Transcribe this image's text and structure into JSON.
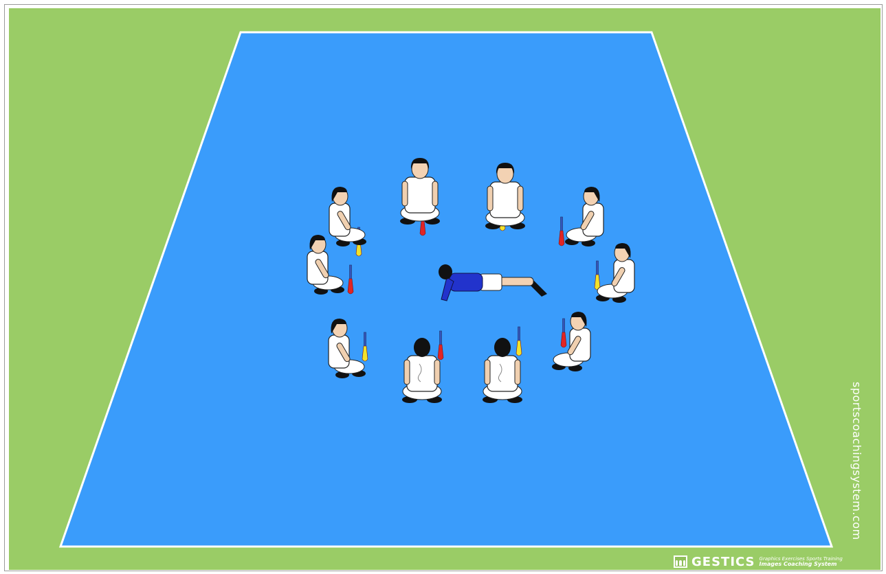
{
  "watermark": {
    "text": "sportscoachingsystem.com"
  },
  "logo": {
    "name": "GESTICS",
    "tagline_1": "Graphics Exercises Sports Training",
    "tagline_2": "Images Coaching System"
  },
  "colors": {
    "grass": "#9acc66",
    "court": "#3a9cfb",
    "court_lines": "#ffffff",
    "center_player_shirt": "#2233cc",
    "circle_player_shirt": "#ffffff",
    "marker_red": "#e02525",
    "marker_yellow": "#f2e22a"
  },
  "icons": {
    "center_player": "lying-player-icon",
    "circle_players": "seated-player-icon",
    "markers": "pin-marker-icon"
  }
}
